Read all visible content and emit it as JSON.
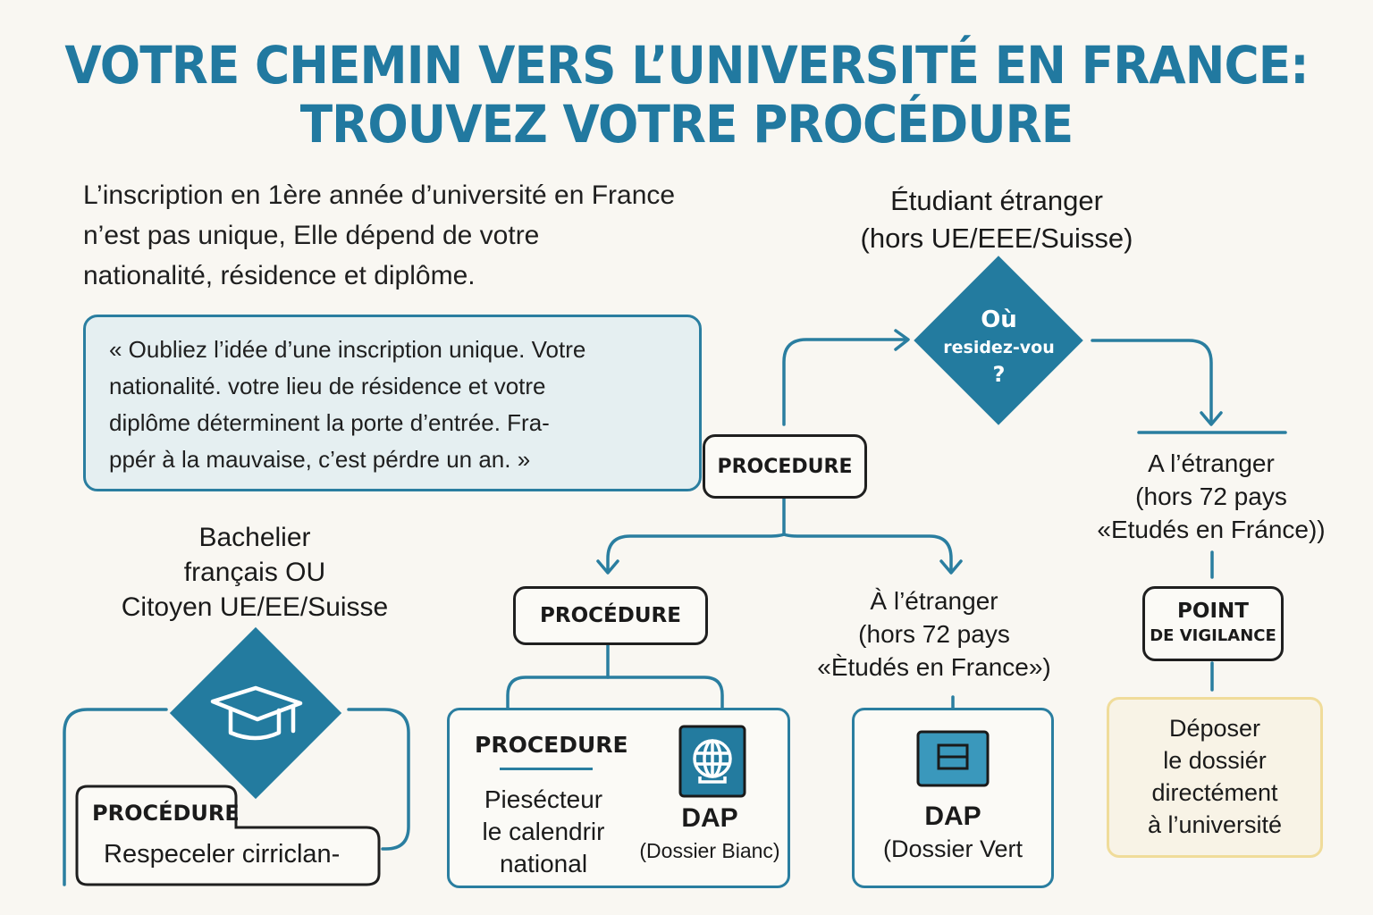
{
  "header": {
    "title_line1": "VOTRE CHEMIN VERS L’UNIVERSITÉ EN FRANCE:",
    "title_line2": "TROUVEZ VOTRE PROCÉDURE"
  },
  "intro": {
    "line1": "L’inscription en 1ère année d’université en France",
    "line2": "n’est pas unique, Elle dépend de votre",
    "line3": "nationalité, résidence et diplôme."
  },
  "quote": {
    "line1": "« Oubliez l’idée d’une inscription unique. Votre",
    "line2": "nationalité. votre lieu de résidence et votre",
    "line3": "diplôme déterminent la porte d’entrée. Fra-",
    "line4": "ppér à la mauvaise, c’est pérdre un an. »"
  },
  "foreign_student": {
    "line1": "Étudiant étranger",
    "line2": "(hors UE/EEE/Suisse)"
  },
  "residence_diamond": {
    "line1": "Où",
    "line2": "residez-vou",
    "line3": "?",
    "color": "#237b9f"
  },
  "procedure_center": {
    "label": "PROCEDURE"
  },
  "procedure_mid": {
    "label": "PROCÉDURE"
  },
  "abroad_right": {
    "line1": "A l’étranger",
    "line2": "(hors 72 pays",
    "line3": "«Etudés en Fránce))"
  },
  "vigilance": {
    "line1": "POINT",
    "line2": "DE VIGILANCE"
  },
  "deposit": {
    "line1": "Déposer",
    "line2": "le dossiér",
    "line3": "directément",
    "line4": "à l’université",
    "border_color": "#f0dc9a"
  },
  "bachelier": {
    "line1": "Bachelier",
    "line2": "français OU",
    "line3": "Citoyen UE/EE/Suisse",
    "icon": "graduation-cap-icon"
  },
  "procedure_left": {
    "label": "PROCÉDURE",
    "text": "Respeceler cirriclan-"
  },
  "procedure_box": {
    "label": "PROCEDURE",
    "text_line1": "Piesécteur",
    "text_line2": "le calendrir",
    "text_line3": "national",
    "dap_label": "DAP",
    "dap_sub": "(Dossier Bianc)",
    "icon": "globe-icon"
  },
  "abroad_mid": {
    "line1": "À l’étranger",
    "line2": "(hors 72 pays",
    "line3": "«Ètudés en France»)"
  },
  "dap_vert": {
    "label": "DAP",
    "sub": "(Dossier Vert",
    "icon": "folder-icon"
  },
  "colors": {
    "accent": "#237b9f",
    "title": "#2179a0",
    "background": "#f9f7f2",
    "quote_bg": "#e5eff1"
  }
}
